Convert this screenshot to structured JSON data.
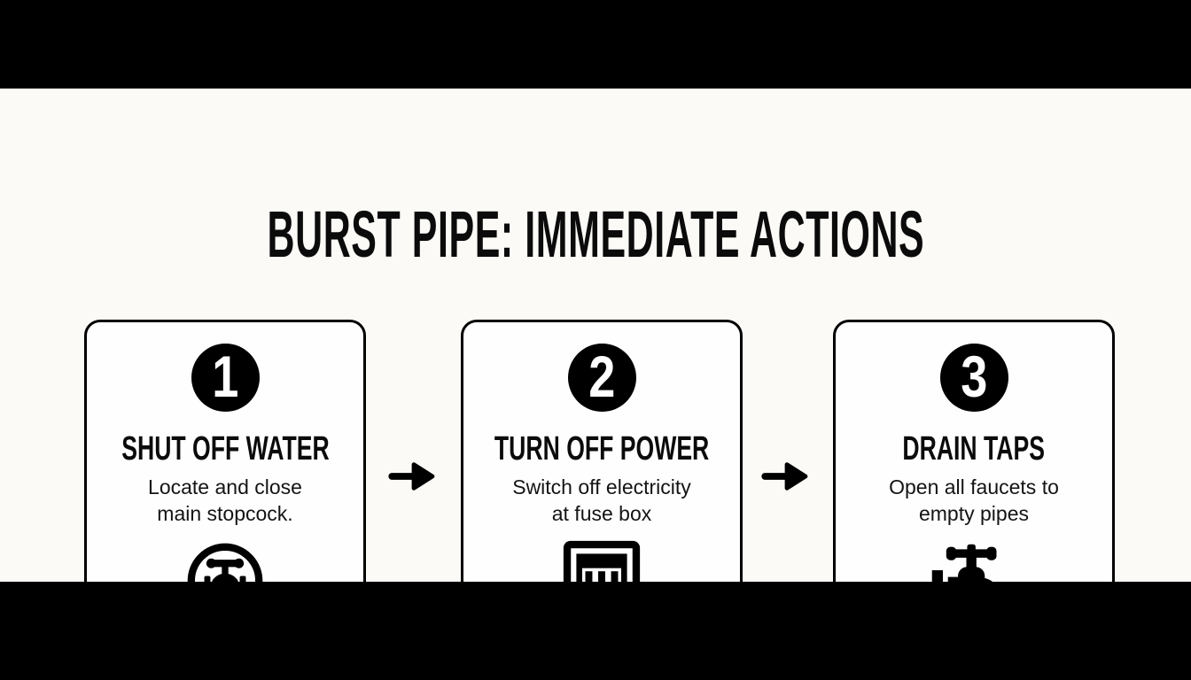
{
  "header": {
    "title": "BURST PIPE: IMMEDIATE ACTIONS"
  },
  "steps": [
    {
      "number": "1",
      "title": "SHUT OFF WATER",
      "lines": [
        "Locate and close",
        "main stopcock."
      ],
      "icon": "water-valve-icon"
    },
    {
      "number": "2",
      "title": "TURN OFF POWER",
      "lines": [
        "Switch off electricity",
        "at fuse box"
      ],
      "icon": "fuse-box-icon"
    },
    {
      "number": "3",
      "title": "DRAIN TAPS",
      "lines": [
        "Open all faucets to",
        "empty pipes"
      ],
      "icon": "faucet-icon"
    }
  ],
  "separators": {
    "icon": "right-arrow-icon"
  },
  "colors": {
    "bar": "#000000",
    "background": "#fbfaf7",
    "card_background": "#fefefe",
    "ink": "#000000",
    "badge_text": "#ffffff"
  }
}
